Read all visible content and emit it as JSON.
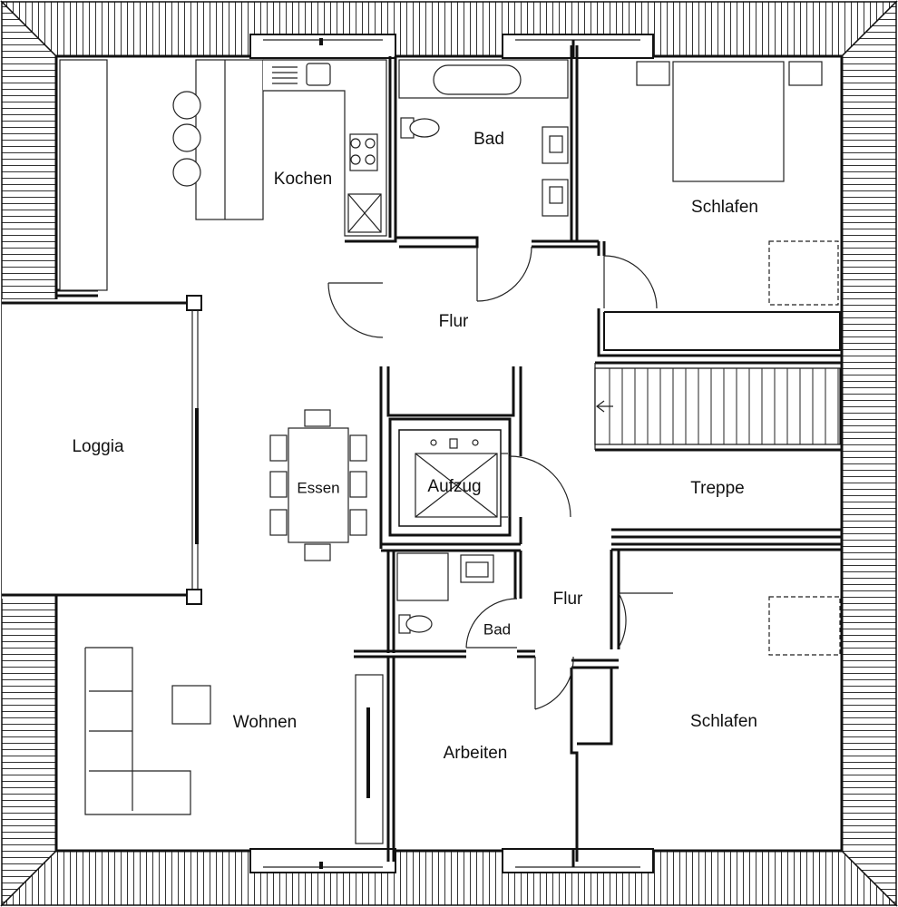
{
  "rooms": {
    "kochen": "Kochen",
    "bad_top": "Bad",
    "schlafen_top": "Schlafen",
    "flur_top": "Flur",
    "loggia": "Loggia",
    "essen": "Essen",
    "aufzug": "Aufzug",
    "treppe": "Treppe",
    "flur_bottom": "Flur",
    "bad_bottom": "Bad",
    "wohnen": "Wohnen",
    "arbeiten": "Arbeiten",
    "schlafen_bottom": "Schlafen"
  }
}
